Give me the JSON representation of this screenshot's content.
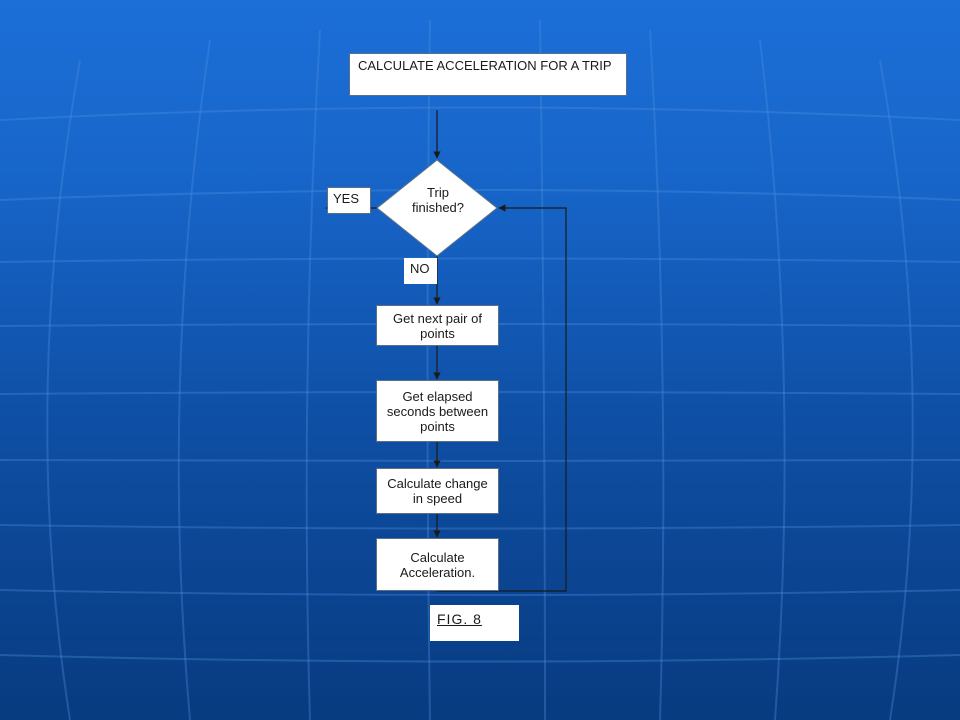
{
  "title": "CALCULATE ACCELERATION FOR A TRIP",
  "decision": {
    "line1": "Trip",
    "line2": "finished?"
  },
  "labels": {
    "yes": "YES",
    "no": "NO"
  },
  "steps": [
    {
      "line1": "Get next pair of",
      "line2": "points",
      "line3": ""
    },
    {
      "line1": "Get elapsed",
      "line2": "seconds between",
      "line3": "points"
    },
    {
      "line1": "Calculate change",
      "line2": "in speed",
      "line3": ""
    },
    {
      "line1": "Calculate",
      "line2": "Acceleration.",
      "line3": ""
    }
  ],
  "figure_label": "FIG. 8",
  "colors": {
    "background_top": "#1c6fd8",
    "background_bottom": "#083b80",
    "shape_fill": "#ffffff",
    "connector": "#1a1a1a"
  }
}
